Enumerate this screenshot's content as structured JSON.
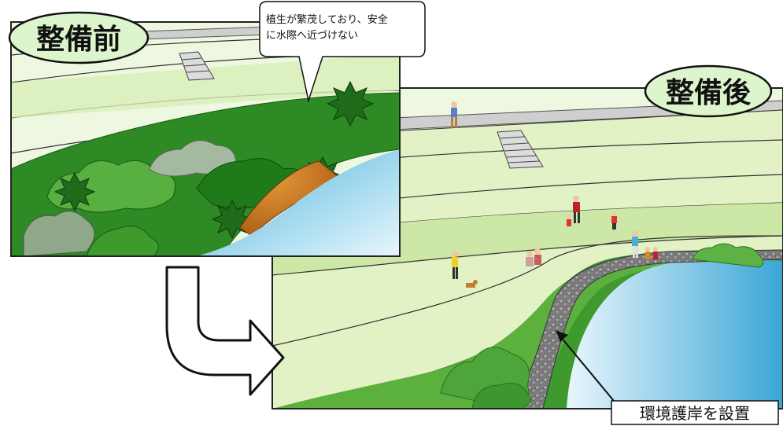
{
  "before": {
    "badge": "整備前",
    "callout_line1": "植生が繁茂しており、安全",
    "callout_line2": "に水際へ近づけない"
  },
  "after": {
    "badge": "整備後",
    "revetment_label": "環境護岸を設置"
  },
  "colors": {
    "badge_fill": "#dcf5cc",
    "grass_light": "#e6f5cc",
    "grass_mid": "#b5dd88",
    "grass_dark": "#2e8a24",
    "tree_dark": "#1f6b1a",
    "water": "#7cc8e8",
    "stone": "#8a8a8a"
  },
  "icons": [
    "down-right-arrow-icon",
    "callout-bubble"
  ]
}
